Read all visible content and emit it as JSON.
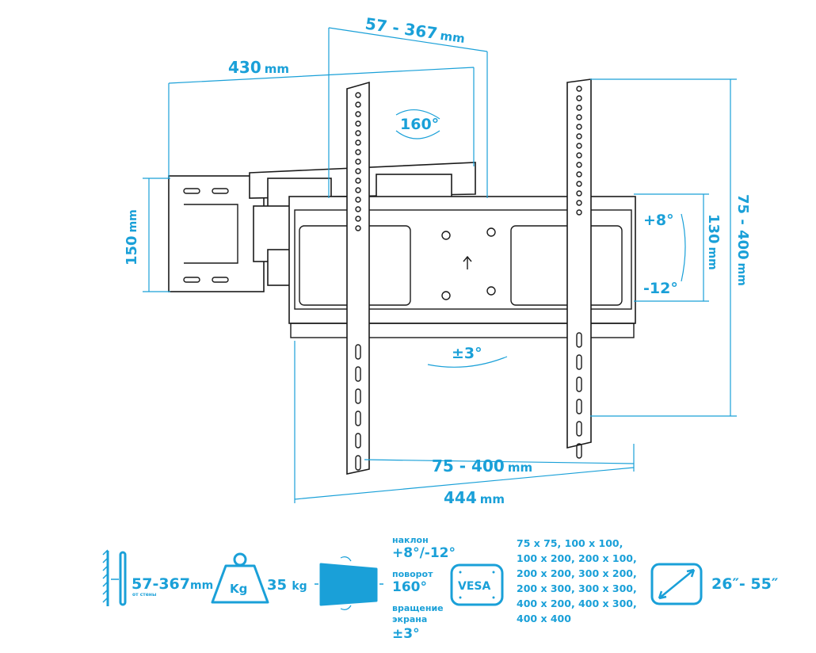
{
  "dimensions": {
    "depth_range": "57 - 367",
    "arm_length": "430",
    "wall_plate_height": "150",
    "tv_plate_height": "130",
    "vesa_vertical": "75 - 400",
    "vesa_horizontal": "75 - 400",
    "plate_width": "444",
    "unit": "mm"
  },
  "angles": {
    "swivel": "160°",
    "tilt_up": "+8°",
    "tilt_down": "-12°",
    "rotation": "±3°"
  },
  "specs": {
    "wall_distance": "57-367",
    "wall_distance_unit": "mm",
    "wall_distance_caption": "от стены",
    "weight_icon_label": "Kg",
    "max_load": "35",
    "max_load_unit": "kg",
    "tilt_label": "наклон",
    "tilt_value": "+8°/-12°",
    "swivel_label": "поворот",
    "swivel_value": "160°",
    "rotation_label": "вращение экрана",
    "rotation_value": "±3°",
    "vesa_icon_label": "VESA",
    "vesa_sizes": [
      "75 x 75, 100 x 100,",
      "100 x 200, 200 x 100,",
      "200 x 200, 300 x 200,",
      "200 x 300, 300 x 300,",
      "400 x 200, 400 x 300,",
      "400 x 400"
    ],
    "screen_size": "26″- 55″"
  },
  "colors": {
    "accent": "#1aa0d8",
    "line": "#1a1a1a"
  }
}
